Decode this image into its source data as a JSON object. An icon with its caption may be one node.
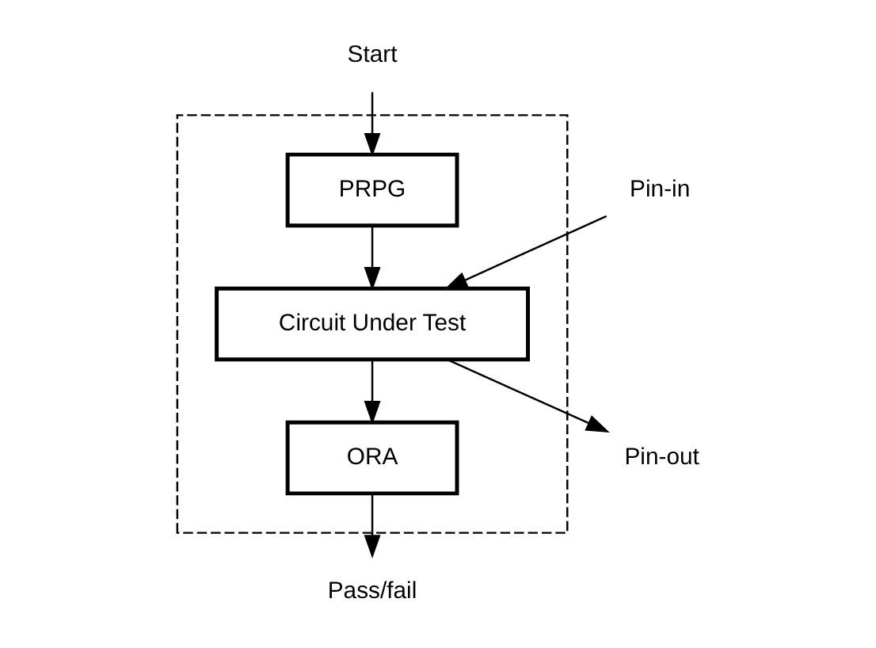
{
  "diagram": {
    "nodes": [
      {
        "text": [],
        "shape": "box"
      },
      {
        "text": [
          "Start"
        ]
      },
      {
        "text": [
          "PRPG"
        ],
        "in": 0
      },
      {
        "text": [
          "Pin-in"
        ]
      },
      {
        "text": [
          "Circuit Under Test"
        ],
        "in": 0
      },
      {
        "text": [
          "Pin-out"
        ]
      },
      {
        "text": [
          "ORA"
        ],
        "in": 0
      },
      {
        "text": [
          "Pass/fail"
        ]
      }
    ],
    "edges": [
      {
        "from": 1,
        "to": 2,
        "arrow": "to"
      },
      {
        "from": 2,
        "to": 4,
        "arrow": "to"
      },
      {
        "from": 3,
        "to": 4,
        "arrow": "to"
      },
      {
        "from": 4,
        "to": 5,
        "arrow": "to"
      },
      {
        "from": 4,
        "to": 6,
        "arrow": "to"
      },
      {
        "from": 6,
        "to": 7,
        "arrow": "to"
      }
    ]
  }
}
